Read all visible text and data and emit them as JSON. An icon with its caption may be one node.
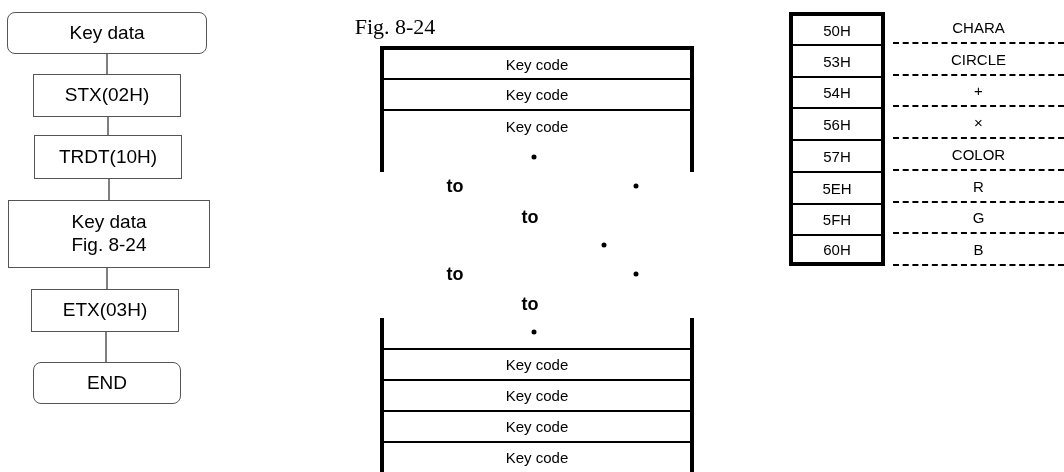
{
  "diagram": {
    "nodes": [
      {
        "text": [
          "Key data"
        ]
      },
      {
        "text": [
          "STX(02H)"
        ]
      },
      {
        "text": [
          "TRDT(10H)"
        ]
      },
      {
        "text": [
          "Key data",
          "Fig. 8-24"
        ]
      },
      {
        "text": [
          "ETX(03H)"
        ]
      },
      {
        "text": [
          "END"
        ]
      }
    ],
    "edges": [
      {
        "from": 0,
        "to": 1,
        "arrow": "none"
      },
      {
        "from": 1,
        "to": 2,
        "arrow": "none"
      },
      {
        "from": 2,
        "to": 3,
        "arrow": "none"
      },
      {
        "from": 3,
        "to": 4,
        "arrow": "none"
      },
      {
        "from": 4,
        "to": 5,
        "arrow": "none"
      }
    ],
    "labels": [
      "Fig. 8-24",
      "Key code",
      "Key code",
      "Key code",
      "to",
      "to",
      "to",
      "to",
      "Key code",
      "Key code",
      "Key code",
      "Key code",
      "50H",
      "CHARA",
      "53H",
      "CIRCLE",
      "54H",
      "+",
      "56H",
      "×",
      "57H",
      "COLOR",
      "5EH",
      "R",
      "5FH",
      "G",
      "60H",
      "B"
    ]
  }
}
